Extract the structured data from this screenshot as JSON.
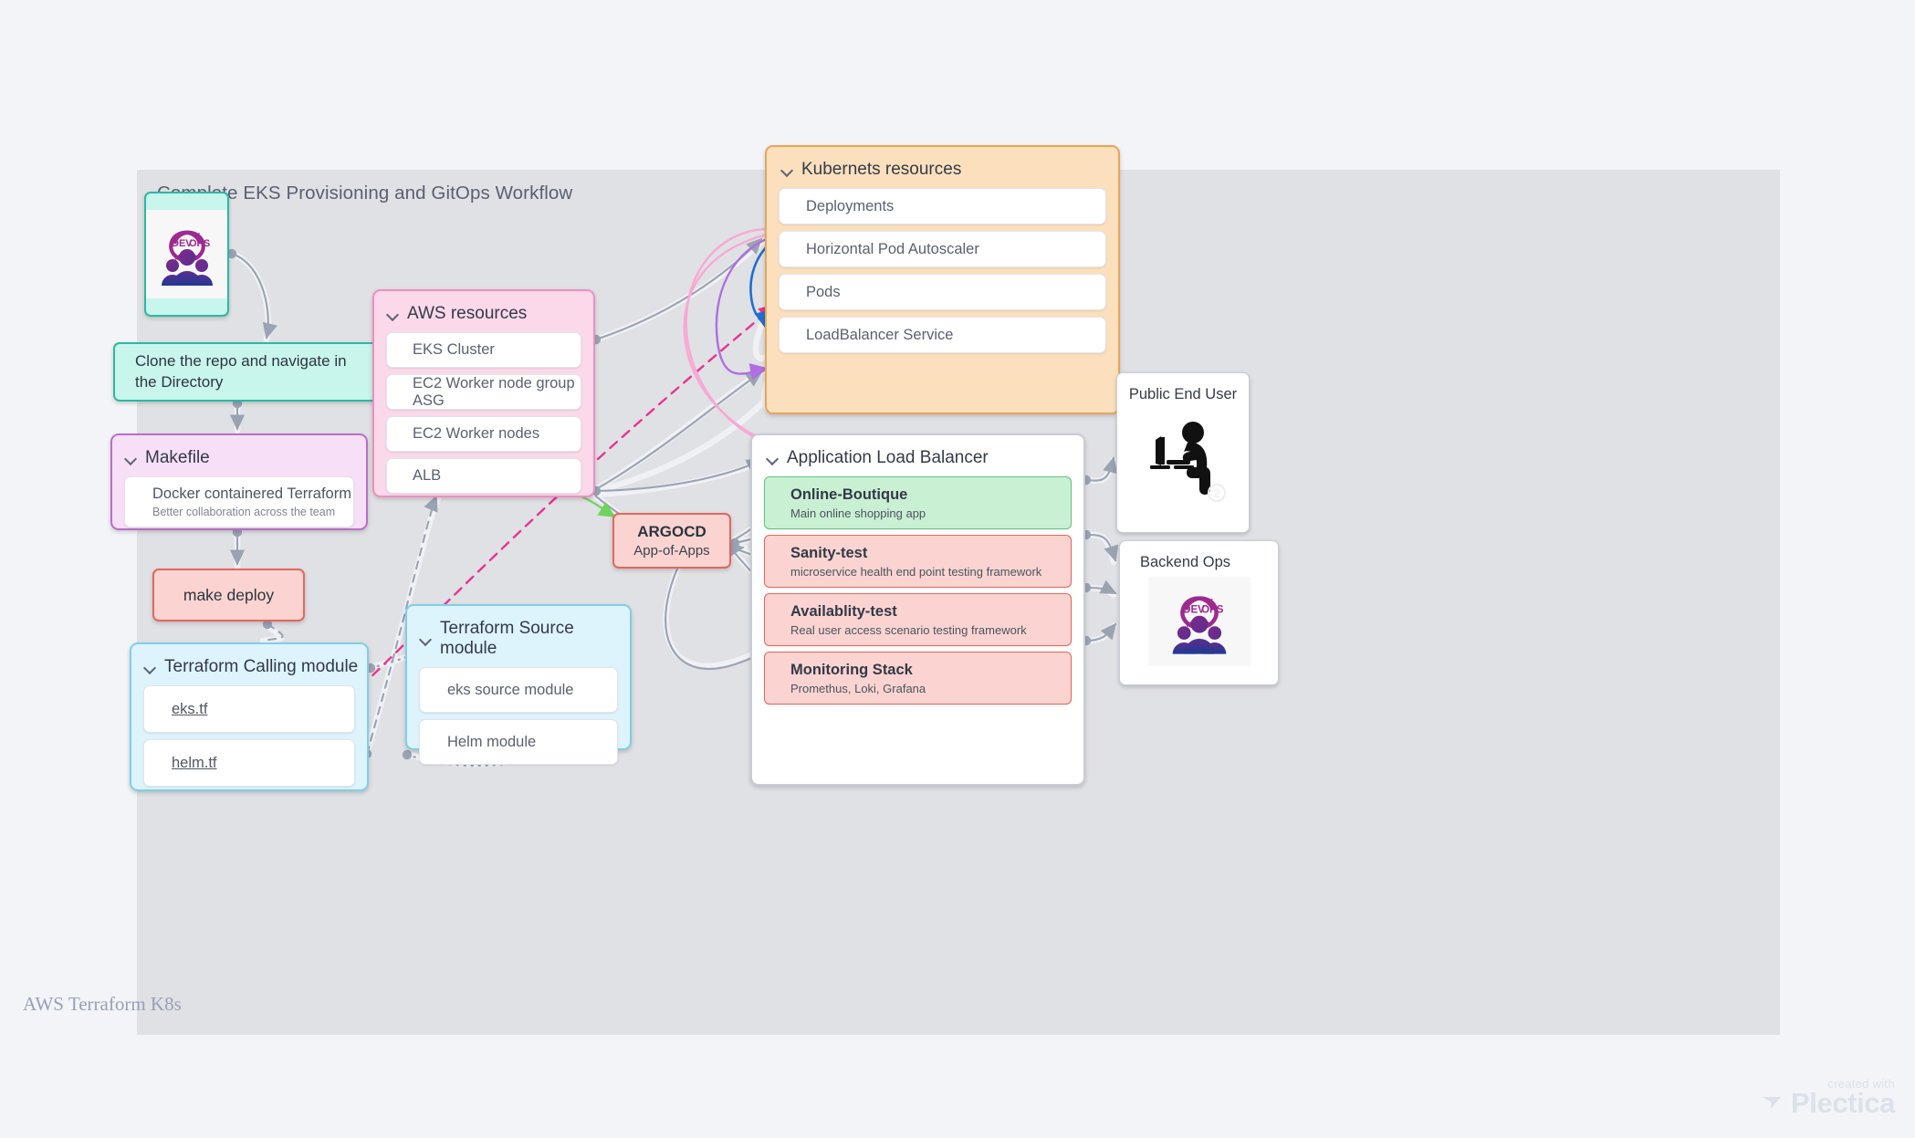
{
  "canvas": {
    "title": "Complete EKS Provisioning and GitOps Workflow"
  },
  "footer": {
    "document_title": "AWS Terraform K8s",
    "brand_prefix": "created with",
    "brand_name": "Plectica"
  },
  "nodes": {
    "devops_card": {
      "icon": "devops-people-icon"
    },
    "clone_box": {
      "label": "Clone the repo and navigate in the Directory"
    },
    "makefile": {
      "title": "Makefile",
      "items": [
        {
          "title": "Docker containered Terraform",
          "subtitle": "Better collaboration across the team"
        }
      ]
    },
    "make_deploy": {
      "label": "make deploy"
    },
    "terraform_calling_module": {
      "title": "Terraform Calling module",
      "items": [
        "eks.tf",
        "helm.tf"
      ]
    },
    "terraform_source_module": {
      "title": "Terraform Source module",
      "items": [
        "eks source module",
        "Helm module"
      ]
    },
    "aws_resources": {
      "title": "AWS resources",
      "items": [
        "EKS Cluster",
        "EC2 Worker node group ASG",
        "EC2 Worker nodes",
        "ALB"
      ]
    },
    "kubernetes_resources": {
      "title": "Kubernets resources",
      "items": [
        "Deployments",
        "Horizontal Pod Autoscaler",
        "Pods",
        "LoadBalancer Service"
      ]
    },
    "application_load_balancer": {
      "title": "Application Load Balancer",
      "apps": [
        {
          "title": "Online-Boutique",
          "subtitle": "Main online shopping app",
          "status": "green"
        },
        {
          "title": "Sanity-test",
          "subtitle": "microservice health end point testing framework",
          "status": "red"
        },
        {
          "title": "Availablity-test",
          "subtitle": "Real user access scenario testing framework",
          "status": "red"
        },
        {
          "title": "Monitoring Stack",
          "subtitle": "Promethus, Loki, Grafana",
          "status": "red"
        }
      ]
    },
    "argocd": {
      "title": "ARGOCD",
      "subtitle": "App-of-Apps"
    },
    "public_end_user": {
      "label": "Public End User",
      "icon": "person-at-computer-icon"
    },
    "backend_ops": {
      "label": "Backend Ops",
      "icon": "devops-people-icon"
    }
  },
  "colors": {
    "page_background": "#f2f4f8",
    "canvas_background": "#e0e1e4",
    "teal": "#2bb9a3",
    "teal_fill": "#c8f5ec",
    "purple": "#b96ec8",
    "purple_fill": "#f7e0f7",
    "red": "#e2675f",
    "red_fill": "#fbd4d1",
    "cyan": "#7fcfe8",
    "cyan_fill": "#ddf4fd",
    "pink": "#f08ec1",
    "pink_fill": "#fbd9ea",
    "orange": "#e8a559",
    "orange_fill": "#fce0bd",
    "green": "#6bbf80",
    "green_fill": "#c9f0d3",
    "gray_border": "#c9ccd6",
    "edge_gray": "#9aa3b2",
    "edge_pink": "#f9a8d4",
    "edge_purple": "#b06fe0",
    "edge_blue": "#1f6fd0",
    "edge_magenta": "#e8338f",
    "edge_green": "#6fd35c"
  }
}
